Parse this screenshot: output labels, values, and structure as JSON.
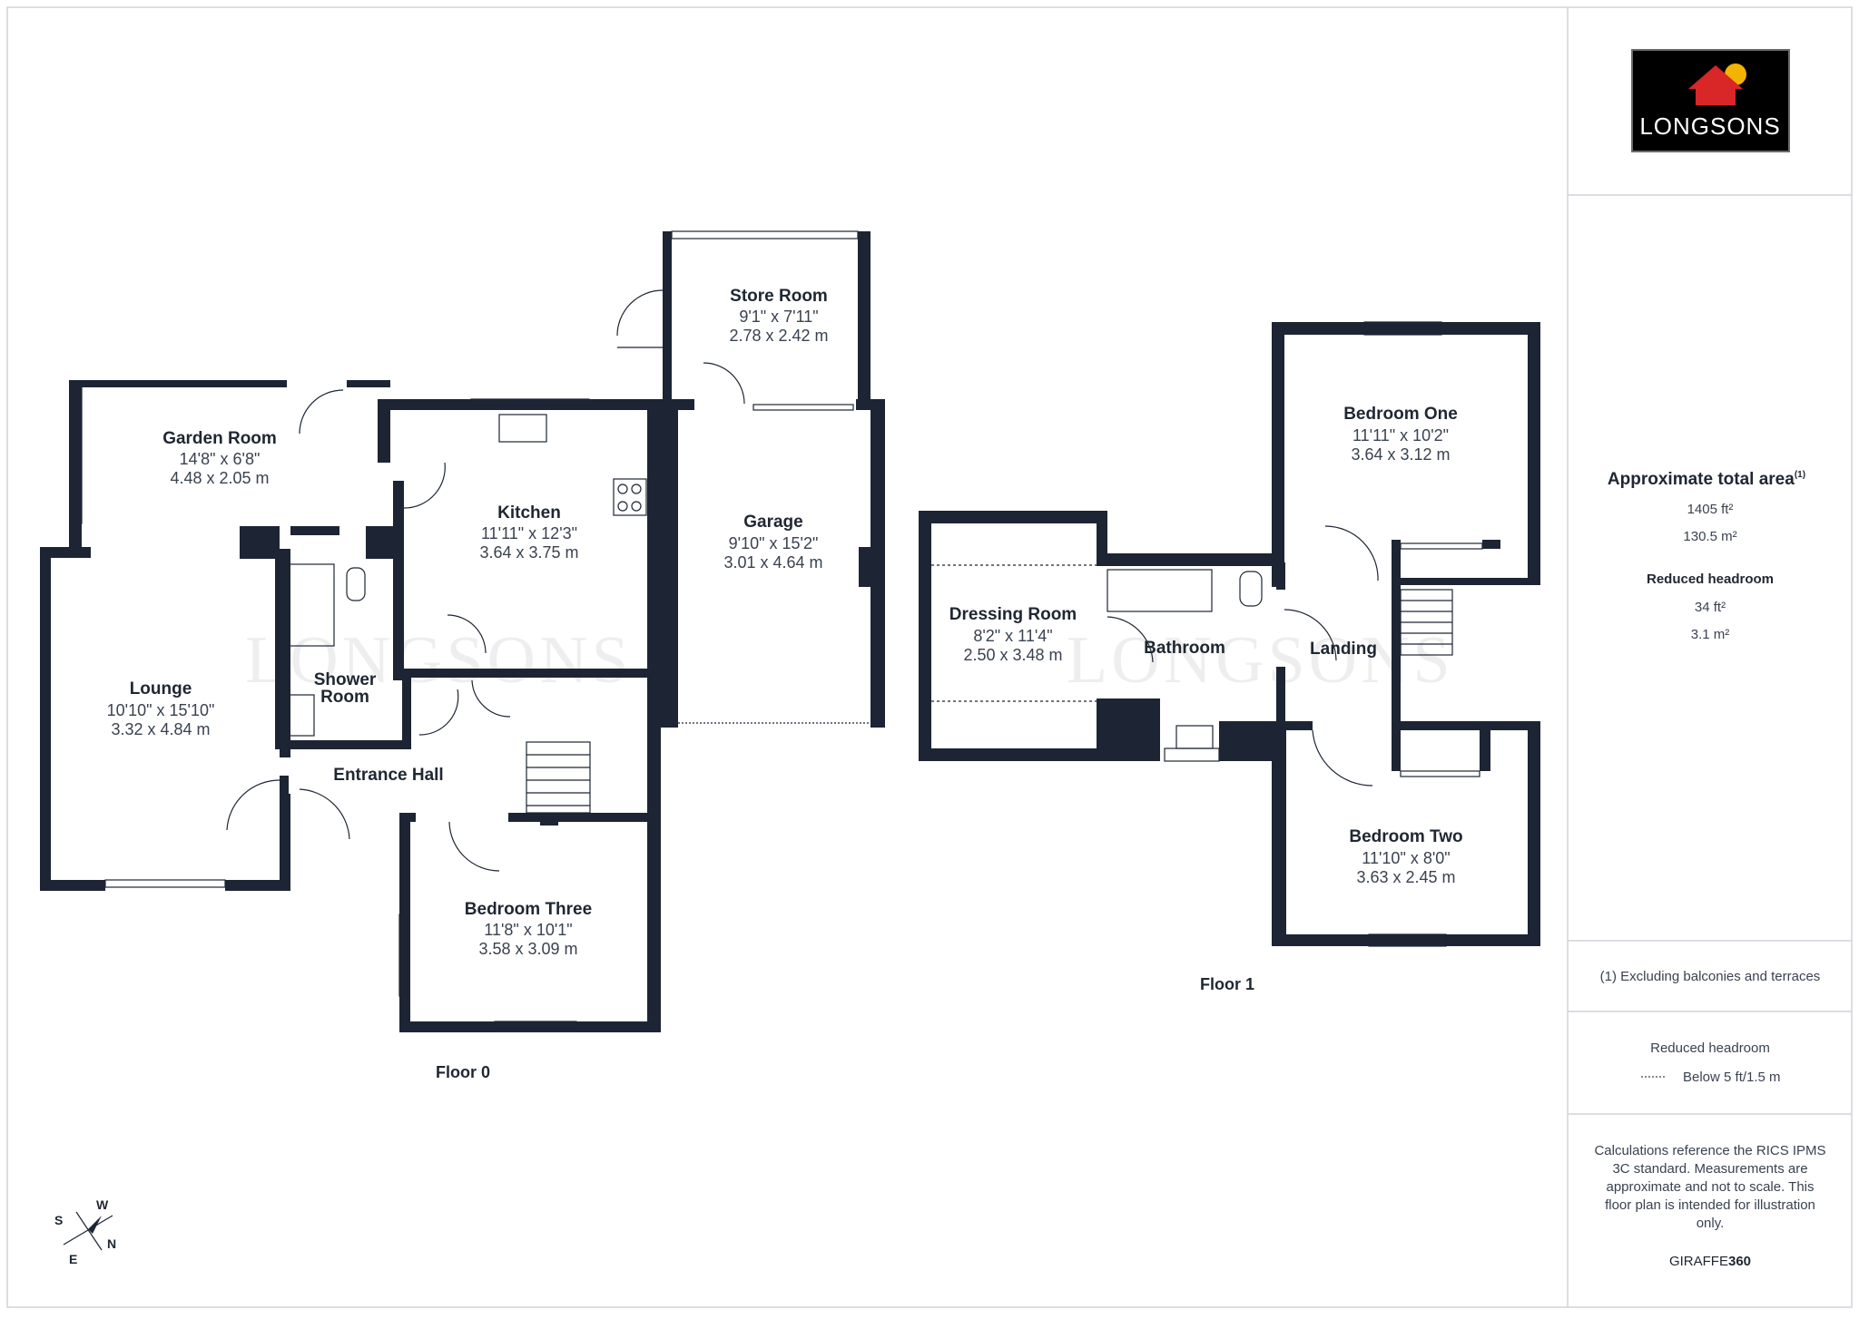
{
  "brand": {
    "name": "Longsons",
    "logo_text": "LONGSONS",
    "watermark": "LONGSONS",
    "logo_bg": "#000000",
    "logo_house": "#d92626",
    "logo_sun": "#f2b400"
  },
  "colors": {
    "wall": "#1d2534",
    "text": "#1f2733",
    "panel_line": "#cfd3d8"
  },
  "floors": [
    {
      "label": "Floor 0",
      "rooms": [
        {
          "id": "garden-room",
          "name": "Garden Room",
          "imperial": "14'8\" x 6'8\"",
          "metric": "4.48 x 2.05 m"
        },
        {
          "id": "kitchen",
          "name": "Kitchen",
          "imperial": "11'11\" x 12'3\"",
          "metric": "3.64 x 3.75 m"
        },
        {
          "id": "store-room",
          "name": "Store Room",
          "imperial": "9'1\" x 7'11\"",
          "metric": "2.78 x 2.42 m"
        },
        {
          "id": "garage",
          "name": "Garage",
          "imperial": "9'10\" x 15'2\"",
          "metric": "3.01 x 4.64 m"
        },
        {
          "id": "lounge",
          "name": "Lounge",
          "imperial": "10'10\" x 15'10\"",
          "metric": "3.32 x 4.84 m"
        },
        {
          "id": "shower-room",
          "name": "Shower Room",
          "name_lines": [
            "Shower",
            "Room"
          ]
        },
        {
          "id": "entrance-hall",
          "name": "Entrance Hall"
        },
        {
          "id": "bedroom-three",
          "name": "Bedroom Three",
          "imperial": "11'8\" x 10'1\"",
          "metric": "3.58 x 3.09 m"
        }
      ]
    },
    {
      "label": "Floor 1",
      "rooms": [
        {
          "id": "bedroom-one",
          "name": "Bedroom One",
          "imperial": "11'11\" x 10'2\"",
          "metric": "3.64 x 3.12 m"
        },
        {
          "id": "dressing-room",
          "name": "Dressing Room",
          "imperial": "8'2\" x 11'4\"",
          "metric": "2.50 x 3.48 m"
        },
        {
          "id": "bathroom",
          "name": "Bathroom"
        },
        {
          "id": "landing",
          "name": "Landing"
        },
        {
          "id": "bedroom-two",
          "name": "Bedroom Two",
          "imperial": "11'10\" x 8'0\"",
          "metric": "3.63 x 2.45 m"
        }
      ]
    }
  ],
  "compass": {
    "w": "W",
    "s": "S",
    "n": "N",
    "e": "E"
  },
  "panel": {
    "area_title": "Approximate total area",
    "area_sup": "(1)",
    "area_ft": "1405 ft²",
    "area_m": "130.5 m²",
    "reduced_title": "Reduced headroom",
    "reduced_ft": "34 ft²",
    "reduced_m": "3.1 m²",
    "footnote": "(1) Excluding balconies and terraces",
    "legend_title": "Reduced headroom",
    "legend_item": "Below 5 ft/1.5 m",
    "disclaimer_lines": [
      "Calculations reference the RICS IPMS",
      "3C standard. Measurements are",
      "approximate and not to scale. This",
      "floor plan is intended for illustration",
      "only."
    ],
    "credit_prefix": "GIRAFFE",
    "credit_suffix": "360"
  }
}
